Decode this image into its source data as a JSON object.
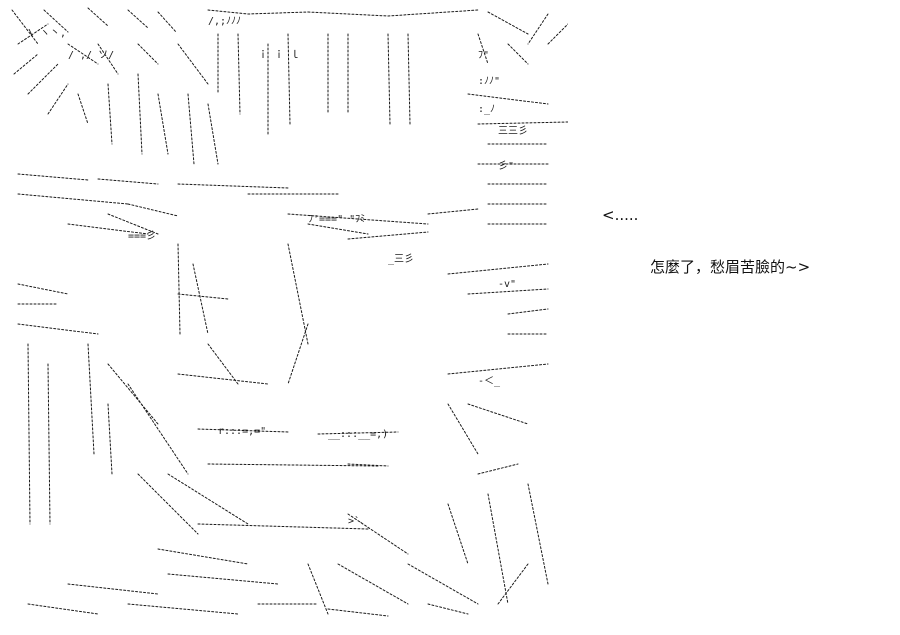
{
  "art": {
    "style": "shift-jis ascii art",
    "subject": "close-up face with furrowed brow"
  },
  "speech": {
    "bracket": "<.....",
    "caption": "怎麼了，愁眉苦臉的~>"
  },
  "colors": {
    "background": "#ffffff",
    "ink": "#1a1a1a"
  }
}
